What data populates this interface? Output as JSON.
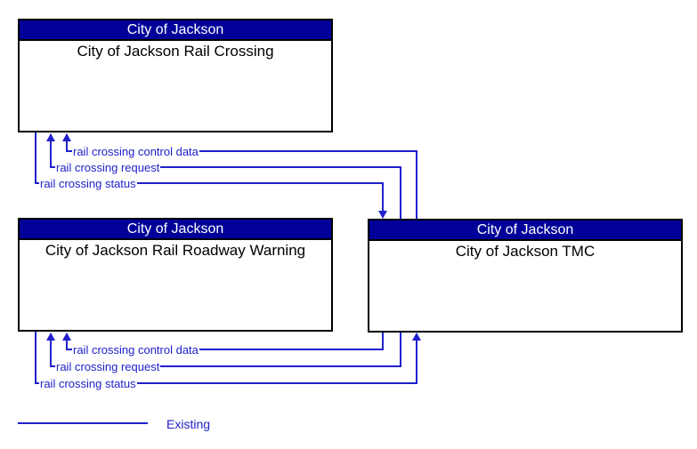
{
  "diagram": {
    "boxes": [
      {
        "id": "rail-crossing",
        "header": "City of Jackson",
        "name": "City of Jackson Rail Crossing"
      },
      {
        "id": "rail-roadway-warning",
        "header": "City of Jackson",
        "name": "City of Jackson Rail Roadway Warning"
      },
      {
        "id": "tmc",
        "header": "City of Jackson",
        "name": "City of Jackson TMC"
      }
    ],
    "flows": [
      {
        "label": "rail crossing control data",
        "from": "City of Jackson TMC",
        "to": "City of Jackson Rail Crossing",
        "status": "existing"
      },
      {
        "label": "rail crossing request",
        "from": "City of Jackson TMC",
        "to": "City of Jackson Rail Crossing",
        "status": "existing"
      },
      {
        "label": "rail crossing status",
        "from": "City of Jackson Rail Crossing",
        "to": "City of Jackson TMC",
        "status": "existing"
      },
      {
        "label": "rail crossing control data",
        "from": "City of Jackson TMC",
        "to": "City of Jackson Rail Roadway Warning",
        "status": "existing"
      },
      {
        "label": "rail crossing request",
        "from": "City of Jackson TMC",
        "to": "City of Jackson Rail Roadway Warning",
        "status": "existing"
      },
      {
        "label": "rail crossing status",
        "from": "City of Jackson Rail Roadway Warning",
        "to": "City of Jackson TMC",
        "status": "existing"
      }
    ],
    "legend": {
      "label": "Existing",
      "line_color": "#2020CC"
    },
    "colors": {
      "header_bg": "#000099",
      "header_text": "#FFFFFF",
      "line": "#2020CC",
      "box_border": "#000000",
      "body_text": "#000000",
      "background": "#FFFFFF"
    }
  }
}
